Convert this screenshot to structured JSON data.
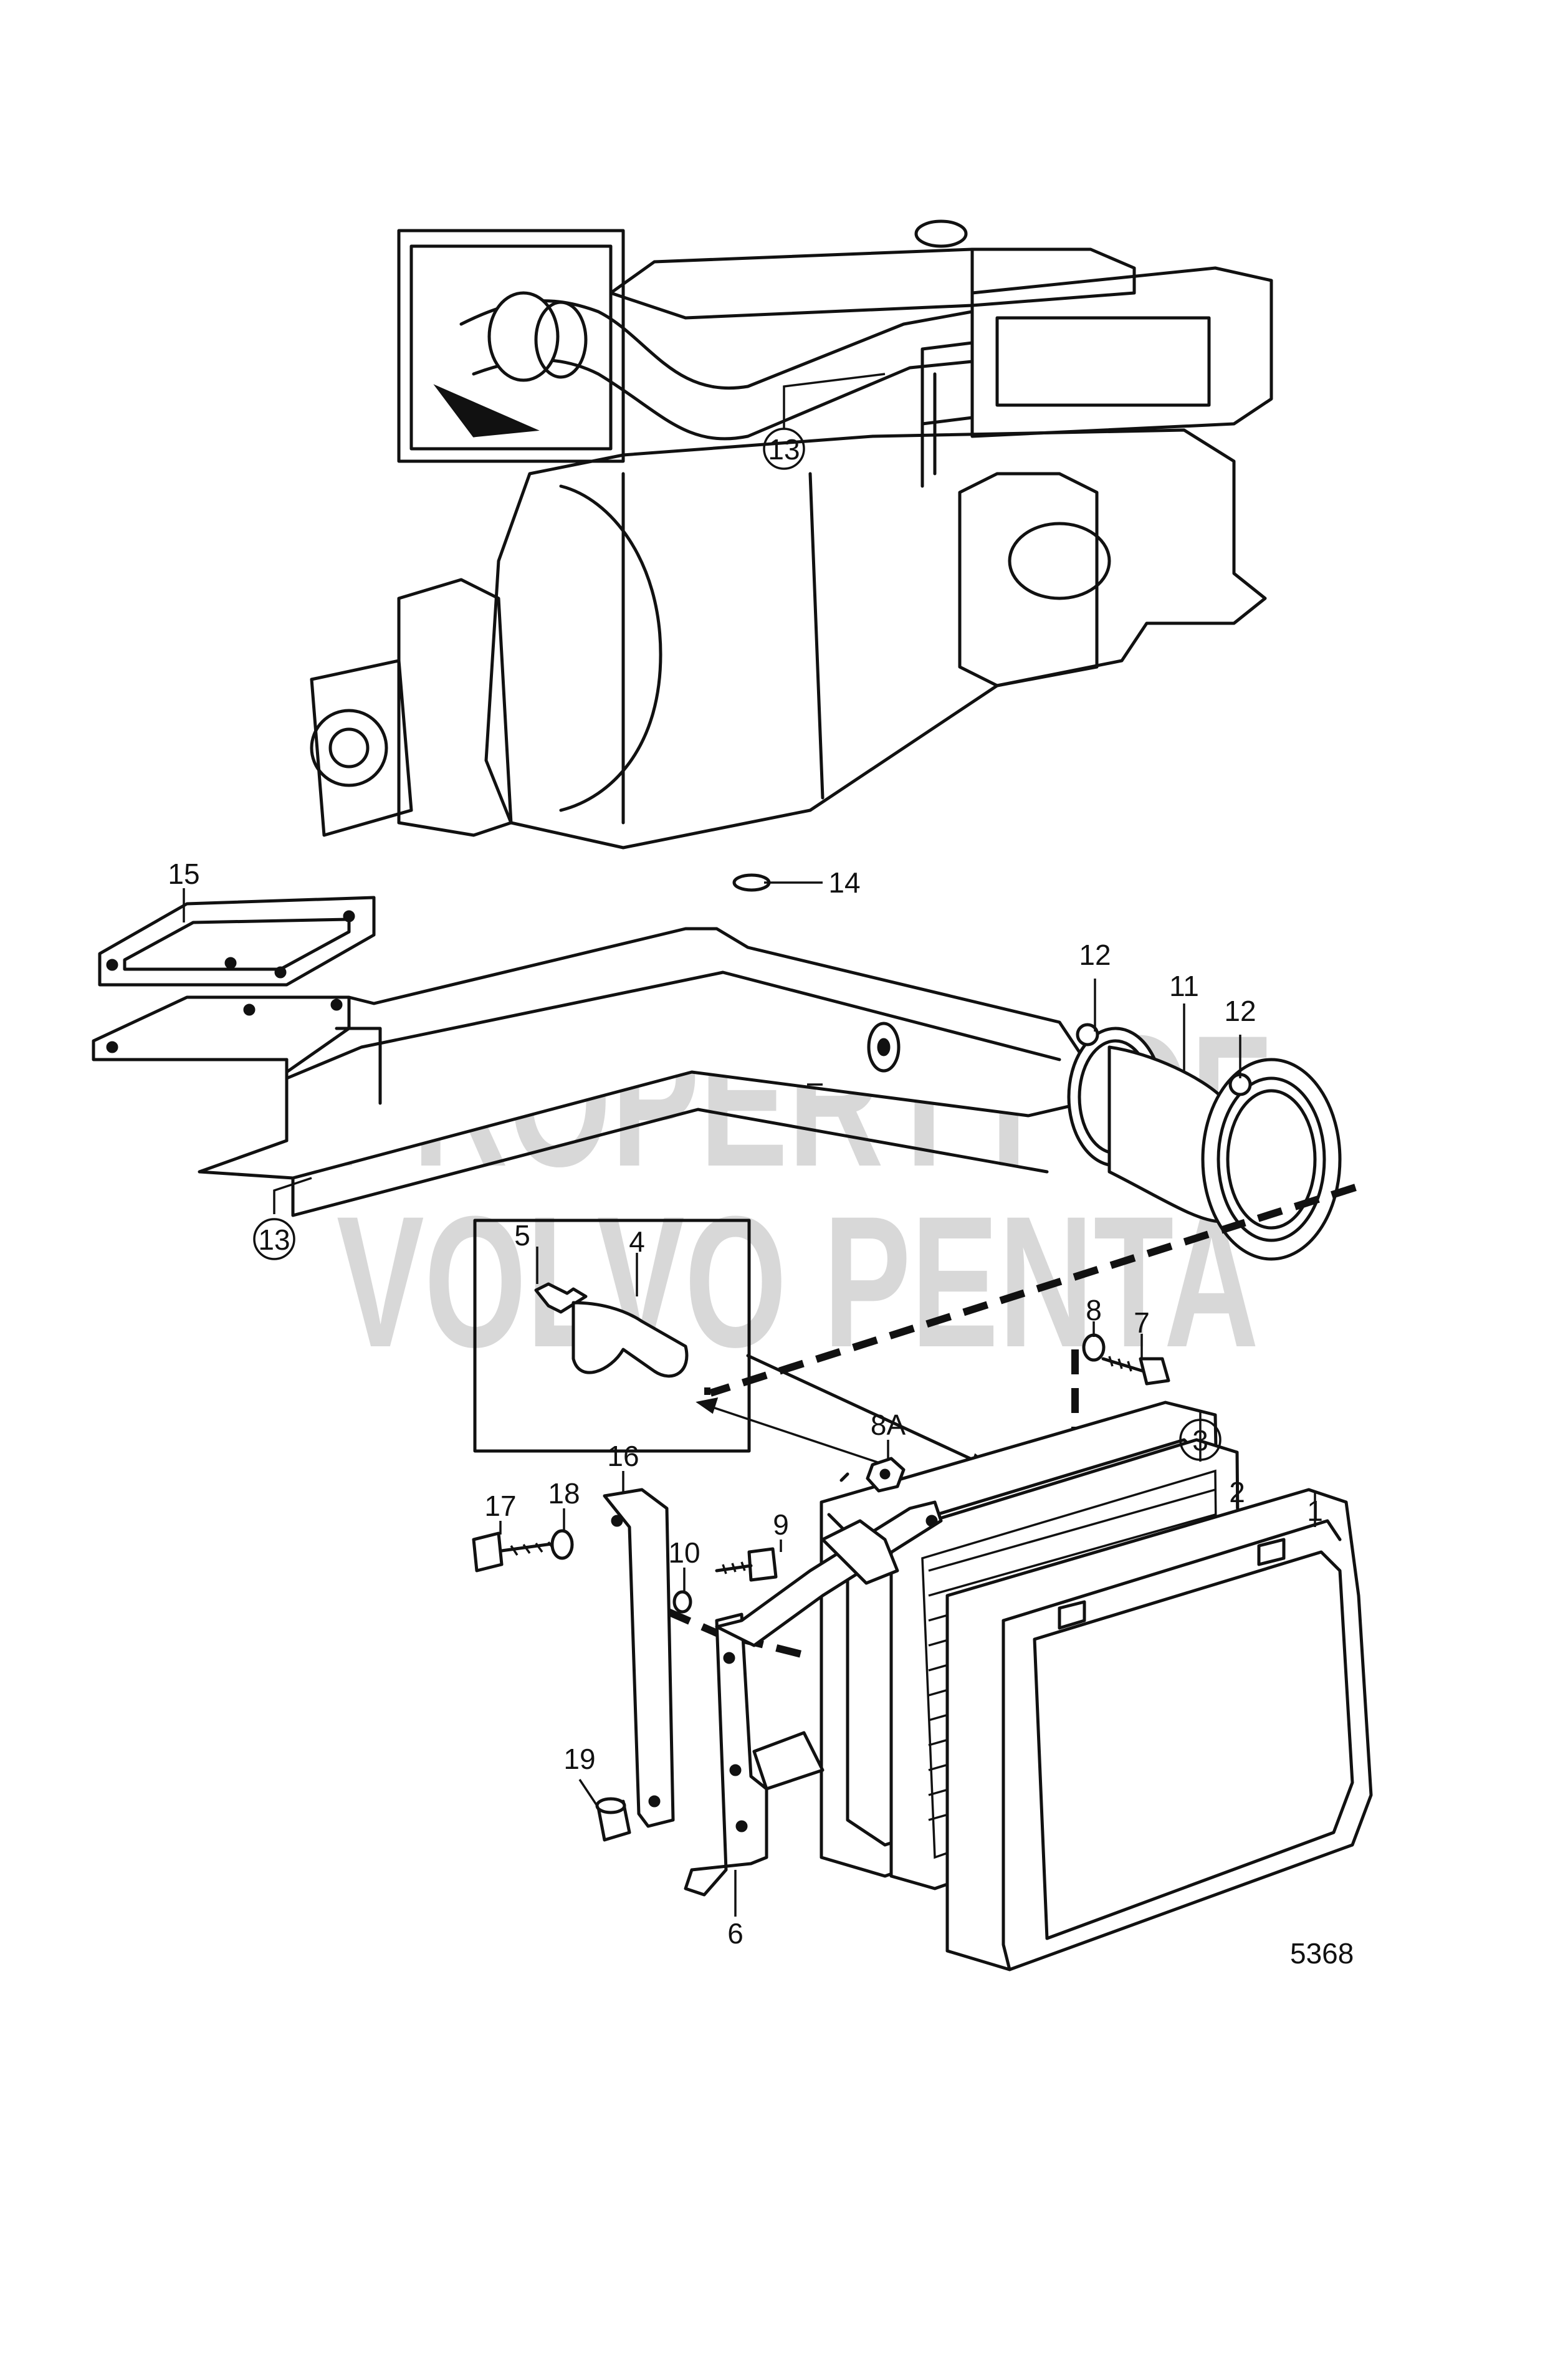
{
  "watermark": {
    "line1": "PROPERTY OF",
    "line2": "VOLVO PENTA"
  },
  "figure_number": "5368",
  "callouts": [
    {
      "id": "c13a",
      "text": "13",
      "circled": true
    },
    {
      "id": "c15",
      "text": "15",
      "circled": false
    },
    {
      "id": "c14",
      "text": "14",
      "circled": false
    },
    {
      "id": "c12a",
      "text": "12",
      "circled": false
    },
    {
      "id": "c11",
      "text": "11",
      "circled": false
    },
    {
      "id": "c12b",
      "text": "12",
      "circled": false
    },
    {
      "id": "c13b",
      "text": "13",
      "circled": true
    },
    {
      "id": "c5",
      "text": "5",
      "circled": false
    },
    {
      "id": "c4",
      "text": "4",
      "circled": false
    },
    {
      "id": "c8",
      "text": "8",
      "circled": false
    },
    {
      "id": "c7",
      "text": "7",
      "circled": false
    },
    {
      "id": "c3",
      "text": "3",
      "circled": true
    },
    {
      "id": "c2",
      "text": "2",
      "circled": false
    },
    {
      "id": "c1",
      "text": "1",
      "circled": false
    },
    {
      "id": "c8A",
      "text": "8A",
      "circled": false
    },
    {
      "id": "c16",
      "text": "16",
      "circled": false
    },
    {
      "id": "c17",
      "text": "17",
      "circled": false
    },
    {
      "id": "c18",
      "text": "18",
      "circled": false
    },
    {
      "id": "c10",
      "text": "10",
      "circled": false
    },
    {
      "id": "c9",
      "text": "9",
      "circled": false
    },
    {
      "id": "c19",
      "text": "19",
      "circled": false
    },
    {
      "id": "c6",
      "text": "6",
      "circled": false
    }
  ]
}
